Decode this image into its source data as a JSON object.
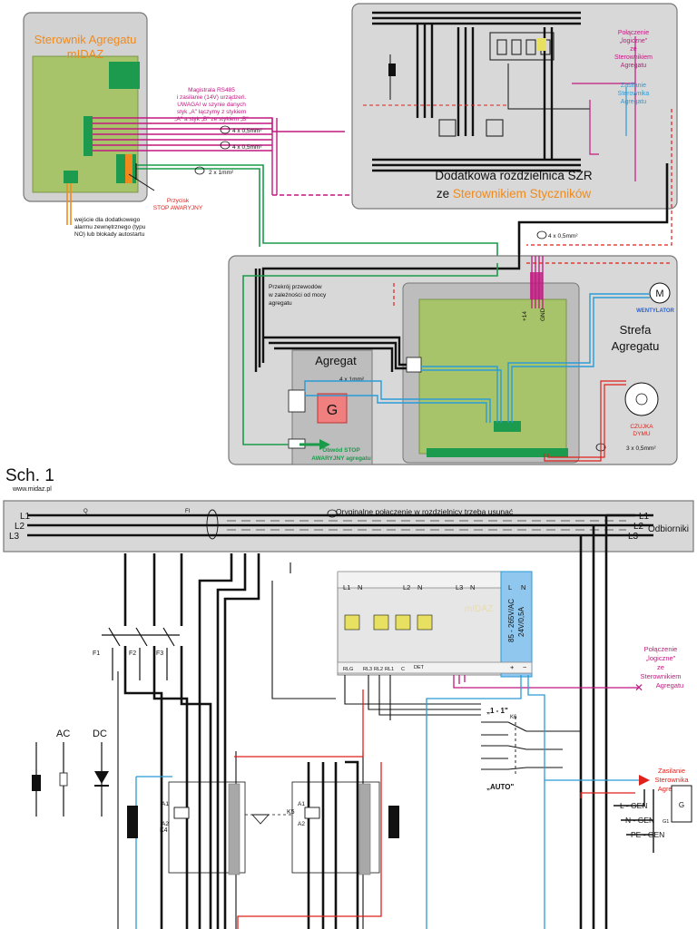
{
  "colors": {
    "panel_gray": "#d2d2d2",
    "board_green": "#a8c46b",
    "module_green": "#1c9a4e",
    "orange": "#f08a1c",
    "magenta": "#c0187f",
    "red": "#e0201a",
    "cyan": "#2a9bd6",
    "blue": "#2a63d6",
    "wire_green": "#1b9a4a",
    "black": "#111111"
  },
  "top": {
    "controller_title_1": "Sterownik Agregatu",
    "controller_title_2": "mIDAZ",
    "rs485_note_1": "Magistrala RS485",
    "rs485_note_2": "i zasilanie (14V) urządzeń.",
    "rs485_note_3": "UWAGA! w szynie danych",
    "rs485_note_4": "styk „A\" łączymy z stykiem",
    "rs485_note_5": "„A\" a styk „B\" ze stykiem „B\"",
    "cable_4x05_a": "4 x 0,5mm²",
    "cable_4x05_b": "4 x 0,5mm²",
    "cable_2x1": "2 x 1mm²",
    "stop_button_1": "Przycisk",
    "stop_button_2": "STOP AWARYJNY",
    "input_note_1": "wejście dla dodatkowego",
    "input_note_2": "alarmu zewnętrznego (typu",
    "input_note_3": "NO) lub blokady autostartu",
    "szr_title_1": "Dodatkowa rozdzielnica SZR",
    "szr_title_2a": "ze ",
    "szr_title_2b": "Sterownikiem Styczników",
    "logic_link_1": "Połączenie",
    "logic_link_2": "„logiczne\"",
    "logic_link_3": "ze",
    "logic_link_4": "Sterownikiem",
    "logic_link_5": "Agregatu",
    "power_link_1": "Zasilanie",
    "power_link_2": "Sterownika",
    "power_link_3": "Agregatu",
    "cable_4x05_c": "4 x 0,5mm²",
    "cross_section_1": "Przekrój przewodów",
    "cross_section_2": "w zależności od mocy",
    "cross_section_3": "agregatu",
    "genset_title": "Agregat",
    "generator_letter": "G",
    "cable_4x1": "4 x 1mm²",
    "stop_circuit_1": "Obwód STOP",
    "stop_circuit_2": "AWARYJNY agregatu",
    "fan_label": "WENTYLATOR",
    "fan_letter": "M",
    "zone_title_1": "Strefa",
    "zone_title_2": "Agregatu",
    "smoke_1": "CZUJKA",
    "smoke_2": "DYMU",
    "cable_3x05": "3 x 0,5mm²",
    "plus14": "+14",
    "gnd": "GND"
  },
  "caption": {
    "scheme": "Sch. 1",
    "url": "www.midaz.pl"
  },
  "bottom": {
    "phase_l1": "L1",
    "phase_l2": "L2",
    "phase_l3": "L3",
    "out_l1": "L1",
    "out_l2": "L2",
    "out_l3": "L3",
    "loads": "Odbiorniki",
    "remove_note": "Oryginalne połączenie w rozdzielnicy trzeba usunąć",
    "q_label": "Q",
    "fi_label": "FI",
    "f1": "F1",
    "f2": "F2",
    "f3": "F3",
    "module_l1": "L1",
    "module_n1": "N",
    "module_l2": "L2",
    "module_n2": "N",
    "module_l3": "L3",
    "module_n3": "N",
    "psu_l": "L",
    "psu_n": "N",
    "psu_v1": "85 - 265V/AC",
    "psu_v2": "24V/0,5A",
    "psu_plus": "+",
    "psu_minus": "−",
    "brand": "mIDAZ",
    "term_rlg": "RLG",
    "term_rl3": "RL3",
    "term_rl2": "RL2",
    "term_rl1": "RL1",
    "term_c": "C",
    "term_det": "DET",
    "logic_1": "Połączenie",
    "logic_2": "„logiczne\"",
    "logic_3": "ze",
    "logic_4": "Sterownikiem",
    "logic_5": "Agregatu",
    "switch_11": "„1 - 1\"",
    "switch_k6": "K6",
    "switch_auto": "„AUTO\"",
    "ac_label": "AC",
    "dc_label": "DC",
    "k4": "K4",
    "k5": "K5",
    "a1": "A1",
    "a2": "A2",
    "supply_1": "Zasilanie",
    "supply_2": "Sterownika",
    "supply_3": "Agregatu",
    "l_gen": "L - GEN",
    "n_gen": "N - GEN",
    "pe_gen": "PE - GEN",
    "g_box": "G",
    "g1": "G1"
  }
}
